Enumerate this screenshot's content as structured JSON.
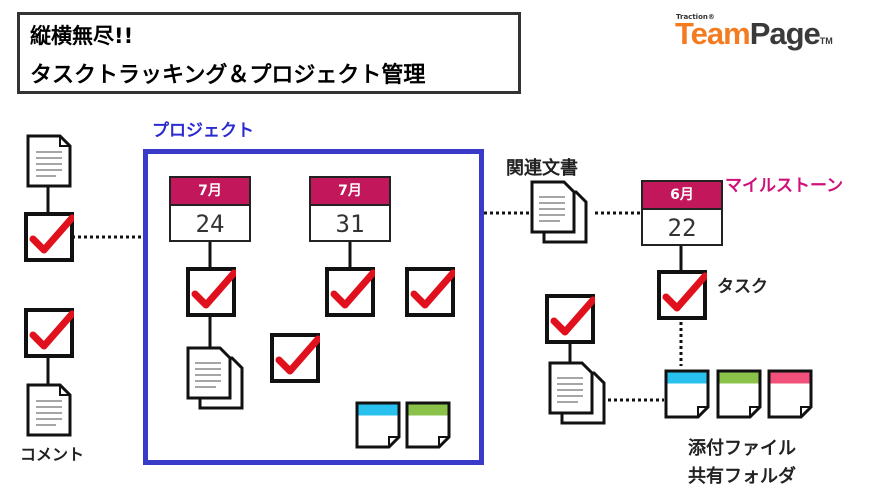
{
  "title": {
    "line1": "縦横無尽!!",
    "line2": "タスクトラッキング＆プロジェクト管理"
  },
  "logo": {
    "small": "Traction®",
    "team": "Team",
    "page": "Page",
    "tm": "TM"
  },
  "labels": {
    "project": "プロジェクト",
    "related_docs": "関連文書",
    "milestone": "マイルストーン",
    "task": "タスク",
    "comment": "コメント",
    "attachments_line1": "添付ファイル",
    "attachments_line2": "共有フォルダ"
  },
  "calendars": [
    {
      "month": "7月",
      "day": "24"
    },
    {
      "month": "7月",
      "day": "31"
    },
    {
      "month": "6月",
      "day": "22"
    }
  ],
  "colors": {
    "check": "#e0101c",
    "project_border": "#3a3ac8",
    "calendar_header": "#c2185b",
    "attach_cyan": "#29c1ee",
    "attach_green": "#8bc34a",
    "attach_pink": "#f0507a"
  }
}
